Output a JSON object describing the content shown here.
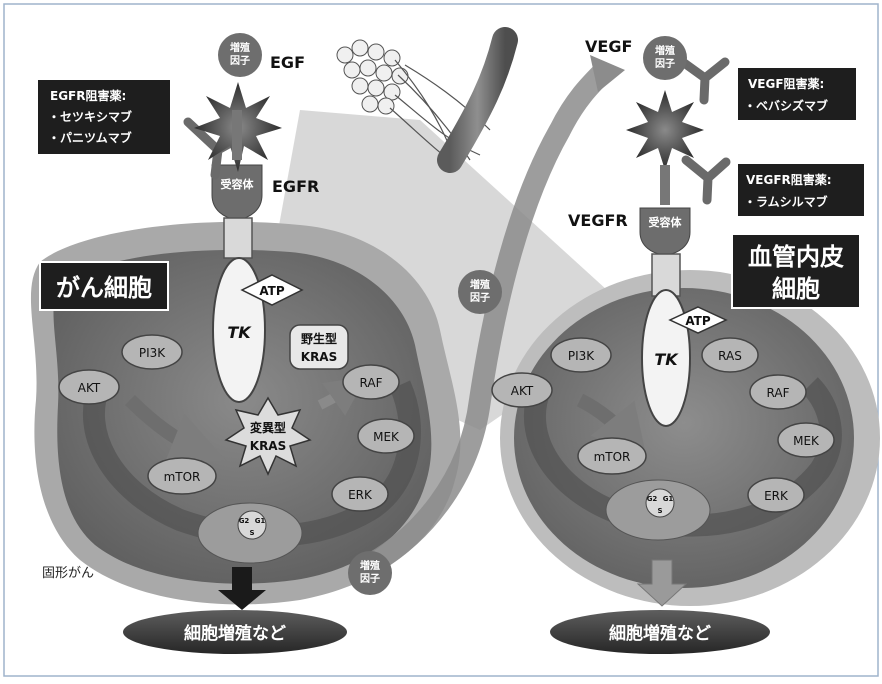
{
  "left_panel": {
    "ligand": "EGF",
    "ligand_badge": [
      "増殖",
      "因子"
    ],
    "receptor": "EGFR",
    "receptor_badge": "受容体",
    "drug_box": [
      "EGFR阻害薬:",
      "・セツキシマブ",
      "・パニツムマブ"
    ],
    "cell_title": "がん細胞",
    "tk": "TK",
    "atp": "ATP",
    "wild_kras": [
      "野生型",
      "KRAS"
    ],
    "mutant_kras": [
      "変異型",
      "KRAS"
    ],
    "nodes": {
      "pi3k": "PI3K",
      "akt": "AKT",
      "mtor": "mTOR",
      "raf": "RAF",
      "mek": "MEK",
      "erk": "ERK"
    },
    "cycle": {
      "g2": "G2",
      "g1": "G1",
      "s": "S"
    },
    "solid_tumor": "固形がん",
    "outcome": "細胞増殖など"
  },
  "right_panel": {
    "ligand": "VEGF",
    "ligand_badge": [
      "増殖",
      "因子"
    ],
    "receptor": "VEGFR",
    "receptor_badge": "受容体",
    "drug_box_1": [
      "VEGF阻害薬:",
      "・ベバシズマブ"
    ],
    "drug_box_2": [
      "VEGFR阻害薬:",
      "・ラムシルマブ"
    ],
    "cell_title": [
      "血管内皮",
      "細胞"
    ],
    "tk": "TK",
    "atp": "ATP",
    "nodes": {
      "pi3k": "PI3K",
      "akt": "AKT",
      "mtor": "mTOR",
      "ras": "RAS",
      "raf": "RAF",
      "mek": "MEK",
      "erk": "ERK"
    },
    "cycle": {
      "g2": "G2",
      "g1": "G1",
      "s": "S"
    },
    "outcome": "細胞増殖など"
  },
  "middle": {
    "growth_factor_mid": [
      "増殖",
      "因子"
    ],
    "growth_factor_bottom": [
      "増殖",
      "因子"
    ]
  },
  "colors": {
    "background": "#ffffff",
    "frame": "#9fb4cc",
    "cell_outer": "#a9a9a9",
    "cell_inner": "#7b7b7b",
    "dark_box": "#1e1e1e",
    "node_fill": "#b5b5b5"
  }
}
